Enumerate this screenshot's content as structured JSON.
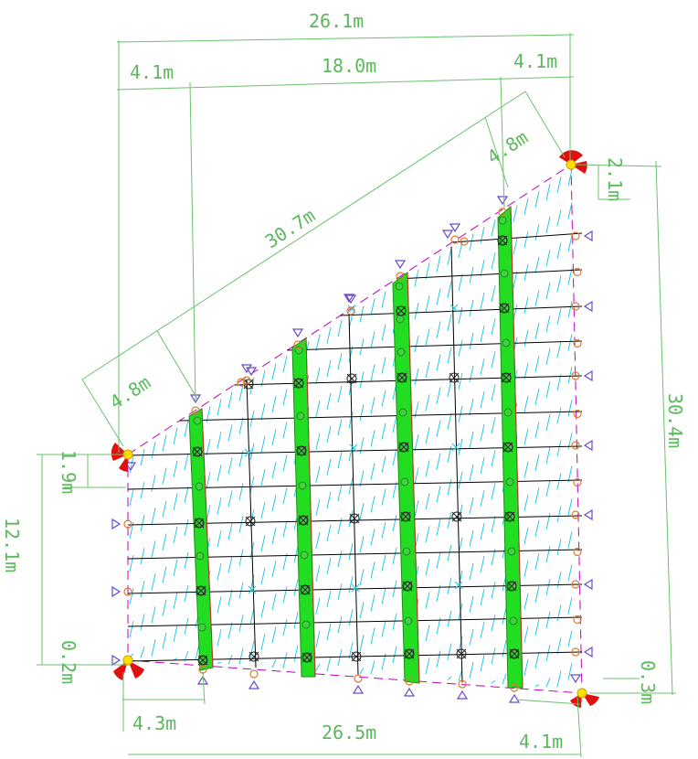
{
  "dimensions": {
    "overall_top": "26.1m",
    "top_left": "4.1m",
    "top_middle": "18.0m",
    "top_right": "4.1m",
    "diagonal": "30.7m",
    "diag_upper_offset": "4.8m",
    "diag_lower_offset": "4.8m",
    "right_offset": "2.1m",
    "right_height": "30.4m",
    "left_offset": "1.9m",
    "left_height": "12.1m",
    "left_bottom_offset": "0.2m",
    "right_bottom_offset": "0.3m",
    "bottom_left": "4.3m",
    "bottom_overall": "26.5m",
    "bottom_right": "4.1m"
  },
  "colors": {
    "dimension": "#5cb85c",
    "girder": "#22dd22",
    "hatch": "#28c8e0",
    "outline": "#c000c0",
    "support": "#e01010"
  }
}
